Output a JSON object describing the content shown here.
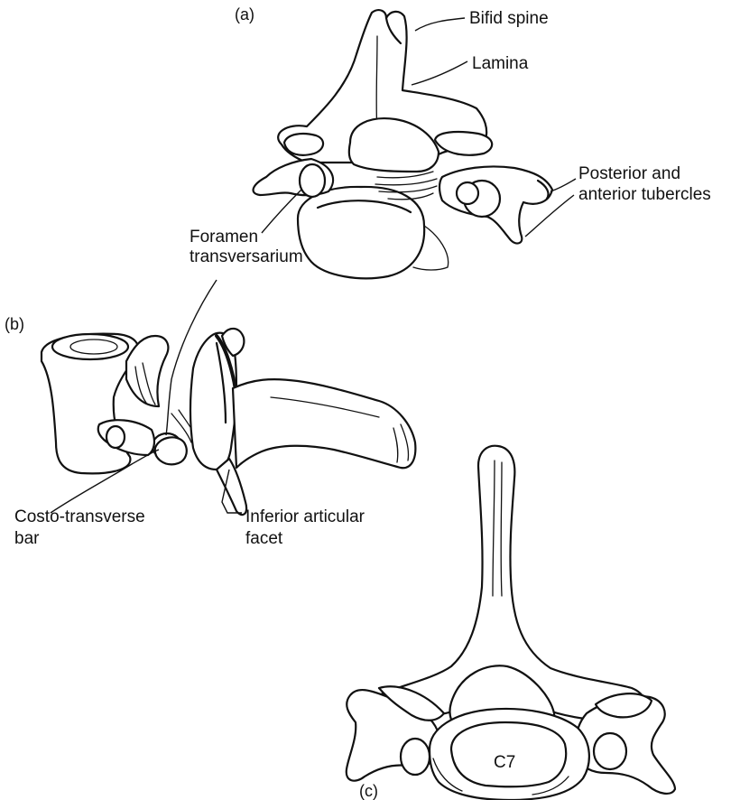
{
  "panels": {
    "a": "(a)",
    "b": "(b)",
    "c": "(c)"
  },
  "labels": {
    "bifid_spine": "Bifid spine",
    "lamina": "Lamina",
    "tubercles_line1": "Posterior and",
    "tubercles_line2": "anterior tubercles",
    "foramen_line1": "Foramen",
    "foramen_line2": "transversarium",
    "costo_line1": "Costo-transverse",
    "costo_line2": "bar",
    "facet_line1": "Inferior articular",
    "facet_line2": "facet",
    "vertebra_c7": "C7"
  },
  "colors": {
    "ink": "#111111",
    "paper": "#ffffff"
  }
}
